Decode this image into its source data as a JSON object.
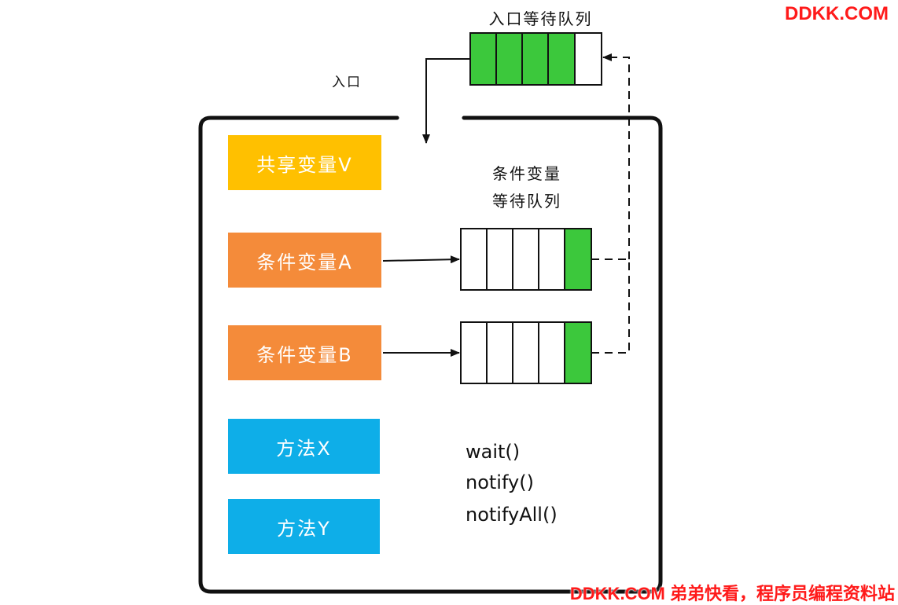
{
  "watermark": {
    "top": "DDKK.COM",
    "bottom": "DDKK.COM 弟弟快看，程序员编程资料站"
  },
  "entry_queue": {
    "title": "入口等待队列",
    "slots": [
      "filled",
      "filled",
      "filled",
      "filled",
      "empty"
    ]
  },
  "entry_label": "入口",
  "condition_queue_title": {
    "line1": "条件变量",
    "line2": "等待队列"
  },
  "shared_variable": {
    "label": "共享变量V"
  },
  "condition_a": {
    "label": "条件变量A",
    "slots": [
      "empty",
      "empty",
      "empty",
      "empty",
      "filled"
    ]
  },
  "condition_b": {
    "label": "条件变量B",
    "slots": [
      "empty",
      "empty",
      "empty",
      "empty",
      "filled"
    ]
  },
  "methods": {
    "x": "方法X",
    "y": "方法Y"
  },
  "api": [
    "wait()",
    "notify()",
    "notifyAll()"
  ],
  "colors": {
    "queue_fill": "#3cc83c",
    "shared_var": "#ffc000",
    "condition_var": "#f48b3a",
    "method": "#0eaee8",
    "watermark": "#ff1a1a"
  }
}
